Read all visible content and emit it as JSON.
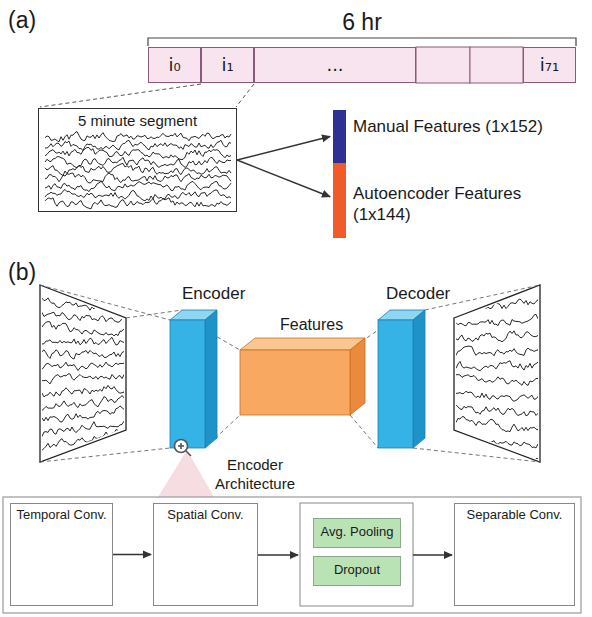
{
  "diagram": {
    "nodes": [
      {
        "text": [
          "i₀"
        ]
      },
      {
        "text": [
          "i₁"
        ]
      },
      {
        "text": [
          "..."
        ]
      },
      {
        "text": [
          "i₇₁"
        ]
      },
      {
        "text": [
          "5 minute segment"
        ]
      },
      {
        "text": [
          "Manual Features (1x152)"
        ]
      },
      {
        "text": [
          "Autoencoder Features (1x144)"
        ]
      },
      {
        "text": [
          "Encoder"
        ]
      },
      {
        "text": [
          "Features"
        ]
      },
      {
        "text": [
          "Decoder"
        ]
      },
      {
        "text": [
          "Temporal Conv."
        ]
      },
      {
        "text": [
          "Spatial Conv."
        ]
      },
      {
        "text": [
          "Avg. Pooling"
        ]
      },
      {
        "text": [
          "Dropout"
        ]
      },
      {
        "text": [
          "Separable Conv."
        ]
      }
    ],
    "edges": [
      {
        "from": 4,
        "to": 5,
        "arrow": "to"
      },
      {
        "from": 4,
        "to": 6,
        "arrow": "to"
      },
      {
        "from": 10,
        "to": 11,
        "arrow": "to"
      }
    ],
    "labels": [
      "(a)",
      "6 hr",
      "(b)",
      "Encoder Architecture"
    ]
  }
}
